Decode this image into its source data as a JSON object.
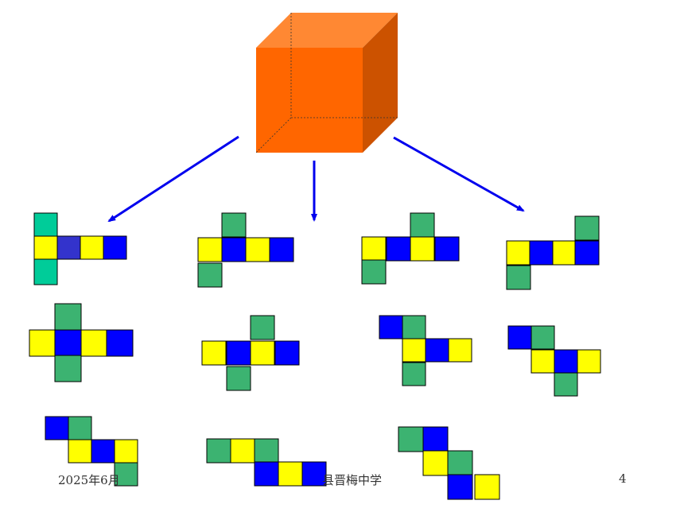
{
  "slide": {
    "footer_date": "2025年6月",
    "footer_school": "县晋梅中学",
    "page_number": "4"
  },
  "colors": {
    "cube_front": "#ff6600",
    "cube_top": "#ff8833",
    "cube_side": "#cc5200",
    "arrow": "#0000ee",
    "yellow": "#ffff00",
    "blue": "#0000ff",
    "green": "#3cb371",
    "teal": "#00cc99",
    "indigo": "#3333cc"
  },
  "icons": [
    "cube-icon",
    "arrow-icon"
  ],
  "nets": [
    [
      "teal",
      "yellow",
      "indigo",
      "yellow",
      "blue",
      "teal"
    ],
    [
      "green",
      "yellow",
      "blue",
      "yellow",
      "blue",
      "green"
    ],
    [
      "green",
      "yellow",
      "blue",
      "yellow",
      "blue",
      "green"
    ],
    [
      "green",
      "yellow",
      "blue",
      "yellow",
      "blue",
      "green"
    ],
    [
      "green",
      "yellow",
      "blue",
      "yellow",
      "blue",
      "green"
    ],
    [
      "green",
      "yellow",
      "blue",
      "yellow",
      "blue",
      "green"
    ],
    [
      "blue",
      "green",
      "yellow",
      "blue",
      "yellow",
      "green"
    ],
    [
      "blue",
      "green",
      "yellow",
      "blue",
      "yellow",
      "green"
    ],
    [
      "blue",
      "green",
      "yellow",
      "blue",
      "yellow",
      "green"
    ],
    [
      "green",
      "yellow",
      "green",
      "blue",
      "yellow",
      "blue"
    ],
    [
      "green",
      "blue",
      "yellow",
      "green",
      "blue",
      "yellow"
    ]
  ]
}
